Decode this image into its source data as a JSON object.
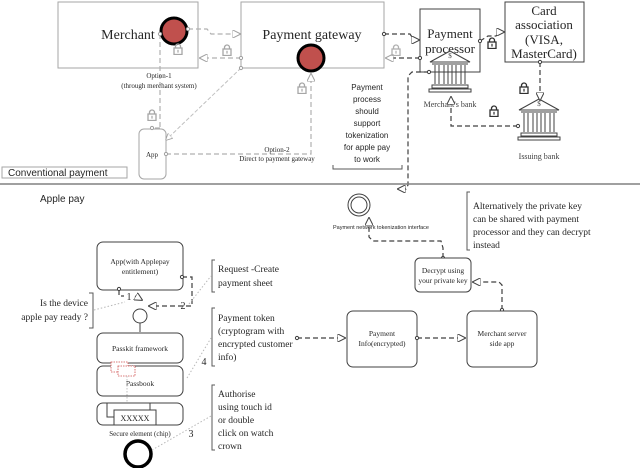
{
  "conventional": {
    "section_label": "Conventional payment",
    "merchant": "Merchant",
    "payment_gateway": "Payment gateway",
    "payment_processor_line1": "Payment",
    "payment_processor_line2": "processor",
    "card_association_lines": [
      "Card",
      "association",
      "(VISA,",
      "MasterCard)"
    ],
    "merchants_bank": "Merchant's bank",
    "issuing_bank": "Issuing bank",
    "app": "App",
    "option1_line1": "Option-1",
    "option1_line2": "(through merchant system)",
    "option2_line1": "Option-2",
    "option2_line2": "Direct to payment gateway",
    "tokenization_note_lines": [
      "Payment",
      "process",
      "should",
      "support",
      "tokenization",
      "for apple pay",
      "to work"
    ],
    "bank_symbol": "$"
  },
  "apple_pay": {
    "section_label": "Apple pay",
    "app_entitlement_lines": [
      "App(with Applepay",
      "entitlement)"
    ],
    "passkit": "Passkit framework",
    "passbook": "Passbook",
    "secure_element_value": "XXXXX",
    "secure_element_label": "Secure element (chip)",
    "device_ready_lines": [
      "Is the device",
      "apple pay ready ?"
    ],
    "request_sheet_lines": [
      "Request -Create",
      "payment sheet"
    ],
    "payment_token_lines": [
      "Payment token",
      "(cryptogram with",
      "encrypted customer",
      "info)"
    ],
    "authorise_lines": [
      "Authorise",
      "using touch id",
      "or double",
      "click on watch",
      "crown"
    ],
    "step1": "1",
    "step2": "2",
    "step3": "3",
    "step4": "4",
    "tokenization_interface": "Payment network tokenization interface",
    "alt_private_key_lines": [
      "Alternatively the private key",
      "can be shared with payment",
      "processor and they can decrypt",
      "instead"
    ],
    "decrypt_lines": [
      "Decrypt using",
      "your private key"
    ],
    "payment_info_lines": [
      "Payment",
      "Info(encrypted)"
    ],
    "merchant_server_lines": [
      "Merchant server",
      "side app"
    ]
  },
  "colors": {
    "endpoint_red": "#c0504d",
    "line_dark": "#404040",
    "line_gray": "#a6a6a6"
  }
}
